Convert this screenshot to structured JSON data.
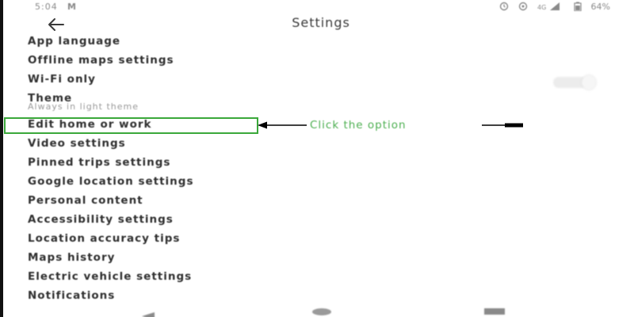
{
  "status_bar": {
    "time": "5:04",
    "sim_icon": "M",
    "battery": "64%",
    "icons": [
      "alarm-icon",
      "location-icon",
      "signal-icon",
      "battery-icon"
    ]
  },
  "header": {
    "title": "Settings",
    "back_icon": "back-arrow-icon"
  },
  "menu": {
    "items": [
      {
        "label": "App language"
      },
      {
        "label": "Offline maps settings"
      },
      {
        "label": "Wi-Fi only"
      },
      {
        "label": "Theme",
        "subtitle": "Always in light theme"
      },
      {
        "label": "Edit home or work"
      },
      {
        "label": "Video settings"
      },
      {
        "label": "Pinned trips settings"
      },
      {
        "label": "Google location settings"
      },
      {
        "label": "Personal content"
      },
      {
        "label": "Accessibility settings"
      },
      {
        "label": "Location accuracy tips"
      },
      {
        "label": "Maps history"
      },
      {
        "label": "Electric vehicle settings"
      },
      {
        "label": "Notifications"
      }
    ]
  },
  "wifi_toggle": {
    "state": "off"
  },
  "annotation": {
    "text": "Click the option",
    "color": "#4caf50",
    "highlight_color": "#3aa83a"
  },
  "nav_bar": {
    "icons": [
      "nav-back-icon",
      "nav-home-icon",
      "nav-recents-icon"
    ]
  }
}
